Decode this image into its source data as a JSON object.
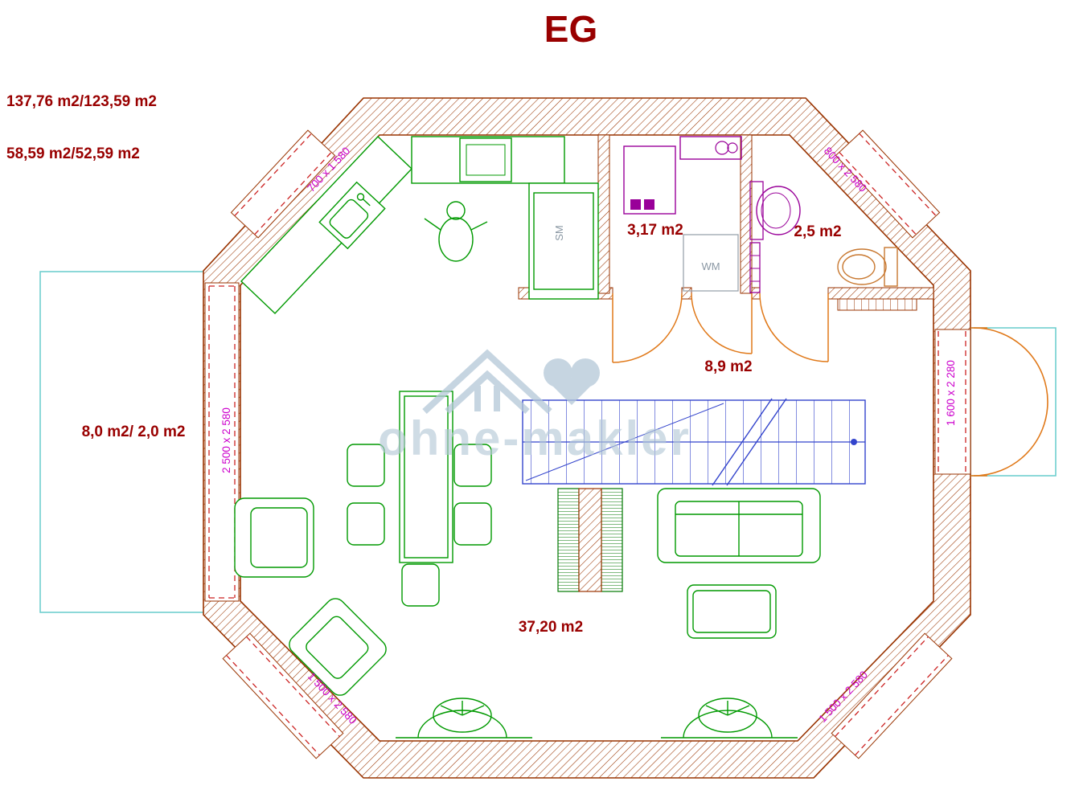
{
  "floorplan": {
    "title": "EG",
    "total_area": "137,76 m2/123,59 m2",
    "secondary_area": "58,59 m2/52,59 m2",
    "rooms": {
      "utility": "3,17 m2",
      "bathroom": "2,5 m2",
      "hallway": "8,9 m2",
      "terrace": "8,0 m2/ 2,0 m2",
      "living_room": "37,20 m2"
    },
    "appliances": {
      "washing_machine": "WM",
      "dishwasher": "SM"
    },
    "dimensions": {
      "window_top_left": "700 x 1 580",
      "door_top_right": "800 x 2 580",
      "door_left": "2 500 x 2 580",
      "door_right": "1 600 x 2 280",
      "window_bottom_left": "1 500 x 2 580",
      "window_bottom_right": "1 500 x 2 580"
    },
    "watermark": "ohne-makler",
    "colors": {
      "label_red": "#990000",
      "dimension_magenta": "#cc00cc",
      "wall_brown": "#993300",
      "furniture_green": "#009900",
      "stairs_blue": "#3344cc",
      "fixture_purple": "#990099",
      "door_orange": "#e07818",
      "terrace_cyan": "#66cccc",
      "window_red": "#cc2222",
      "watermark_blue": "#b4c8d8"
    }
  }
}
